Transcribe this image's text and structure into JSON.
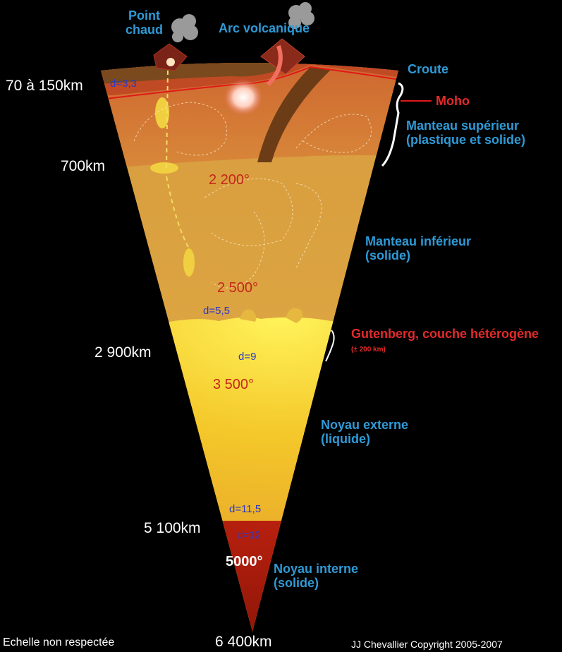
{
  "labels": {
    "point_chaud": "Point\nchaud",
    "arc_volcanique": "Arc volcanique",
    "croute": "Croute",
    "moho": "Moho",
    "manteau_superieur": "Manteau supérieur\n(plastique et solide)",
    "manteau_inferieur": "Manteau inférieur\n(solide)",
    "gutenberg": "Gutenberg, couche hétérogène",
    "gutenberg_note": "(± 200 km)",
    "noyau_externe": "Noyau externe\n(liquide)",
    "noyau_interne": "Noyau interne\n(solide)"
  },
  "depths": {
    "crust": "70 à 150km",
    "d700": "700km",
    "d2900": "2 900km",
    "d5100": "5 100km",
    "d6400": "6 400km"
  },
  "temperatures": {
    "t1": "2 200°",
    "t2": "2 500°",
    "t3": "3 500°",
    "t4": "5000°"
  },
  "densities": {
    "d1": "d=3,3",
    "d2": "d=5,5",
    "d3": "d=9",
    "d4": "d=11,5",
    "d5": "d=12"
  },
  "footer": {
    "scale_note": "Echelle non respectée",
    "copyright": "JJ Chevallier Copyright 2005-2007"
  },
  "colors": {
    "label_blue": "#2f9ad6",
    "label_red": "#e32a2a",
    "temperature": "#c4261a",
    "density": "#2a38c8",
    "crust": "#7a4a1e",
    "upper_mantle": "#d9742f",
    "lower_mantle": "#d9a040",
    "outer_core": "#f2c420",
    "inner_core": "#a51f10"
  }
}
